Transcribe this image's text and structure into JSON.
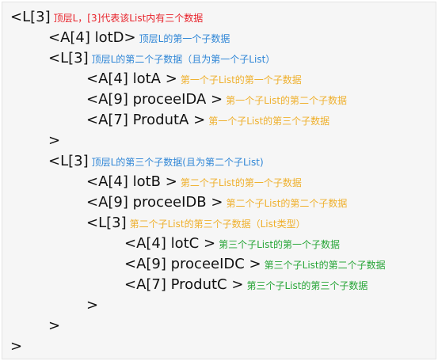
{
  "colors": {
    "background": "#f6f6f6",
    "code": "#111111",
    "red": "#e8232b",
    "blue": "#2f86d6",
    "orange": "#efb02d",
    "green": "#27a537"
  },
  "lines": [
    {
      "code": "<L[3]",
      "note": "顶层L，[3]代表该List内有三个数据",
      "color": "red"
    },
    {
      "code": "<A[4] lotD>",
      "note": "顶层L的第一个子数据",
      "color": "blue"
    },
    {
      "code": "<L[3]",
      "note": "顶层L的第二个子数据（且为第一个子List）",
      "color": "blue"
    },
    {
      "code": "<A[4] lotA >",
      "note": "第一个子List的第一个子数据",
      "color": "orange"
    },
    {
      "code": "<A[9] proceeIDA >",
      "note": "第一个子List的第二个子数据",
      "color": "orange"
    },
    {
      "code": "<A[7] ProdutA >",
      "note": "第一个子List的第三个子数据",
      "color": "orange"
    },
    {
      "code": ">",
      "note": "",
      "color": "orange"
    },
    {
      "code": "<L[3]",
      "note": "顶层L的第三个子数据(且为第二个子List)",
      "color": "blue"
    },
    {
      "code": "<A[4] lotB >",
      "note": "第二个子List的第一个子数据",
      "color": "orange"
    },
    {
      "code": "<A[9] proceeIDB >",
      "note": "第二个子List的第二个子数据",
      "color": "orange"
    },
    {
      "code": "<L[3]",
      "note": "第二个子List的第三个子数据（List类型）",
      "color": "orange"
    },
    {
      "code": "<A[4] lotC >",
      "note": "第三个子List的第一个子数据",
      "color": "green"
    },
    {
      "code": "<A[9] proceeIDC >",
      "note": "第三个子List的第二个子数据",
      "color": "green"
    },
    {
      "code": "<A[7] ProdutC >",
      "note": "第三个子List的第三个子数据",
      "color": "green"
    },
    {
      "code": ">",
      "note": "",
      "color": "green"
    },
    {
      "code": ">",
      "note": "",
      "color": "blue"
    },
    {
      "code": ">",
      "note": "",
      "color": "red"
    }
  ]
}
